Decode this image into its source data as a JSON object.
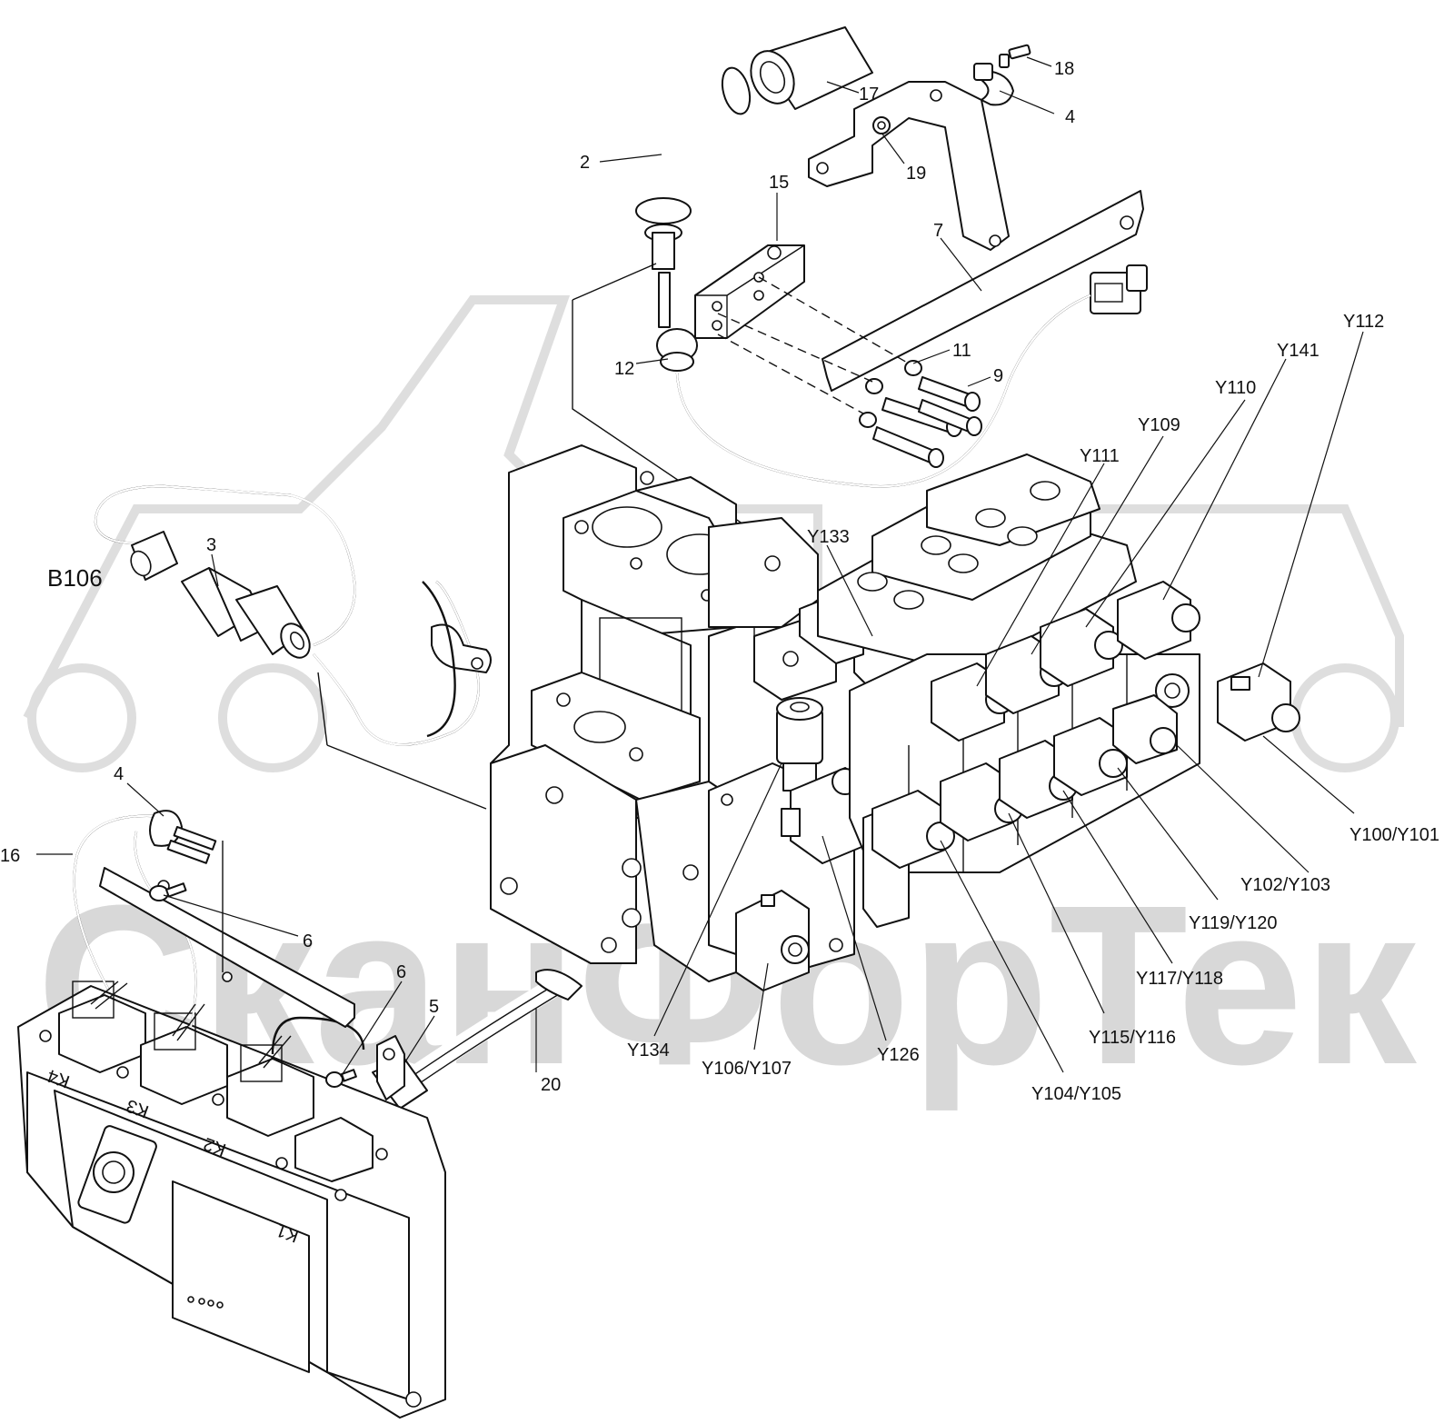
{
  "watermark": {
    "text": "СканФорТек"
  },
  "callouts": {
    "c2": "2",
    "c3": "3",
    "c4_top": "4",
    "c4_left": "4",
    "c5": "5",
    "c6_a": "6",
    "c6_b": "6",
    "c7": "7",
    "c9": "9",
    "c11": "11",
    "c12": "12",
    "c15": "15",
    "c16": "16",
    "c17": "17",
    "c18": "18",
    "c19": "19",
    "c20": "20",
    "b106": "B106",
    "y100": "Y100/Y101",
    "y102": "Y102/Y103",
    "y104": "Y104/Y105",
    "y106": "Y106/Y107",
    "y109": "Y109",
    "y110": "Y110",
    "y111": "Y111",
    "y112": "Y112",
    "y115": "Y115/Y116",
    "y117": "Y117/Y118",
    "y119": "Y119/Y120",
    "y126": "Y126",
    "y133": "Y133",
    "y134": "Y134",
    "y141": "Y141"
  },
  "connector_labels": {
    "k1": "K1",
    "k2": "K2",
    "k3": "K3",
    "k4": "K4"
  },
  "colors": {
    "line": "#111111",
    "watermark": "#d8d8d8",
    "background": "#ffffff"
  }
}
